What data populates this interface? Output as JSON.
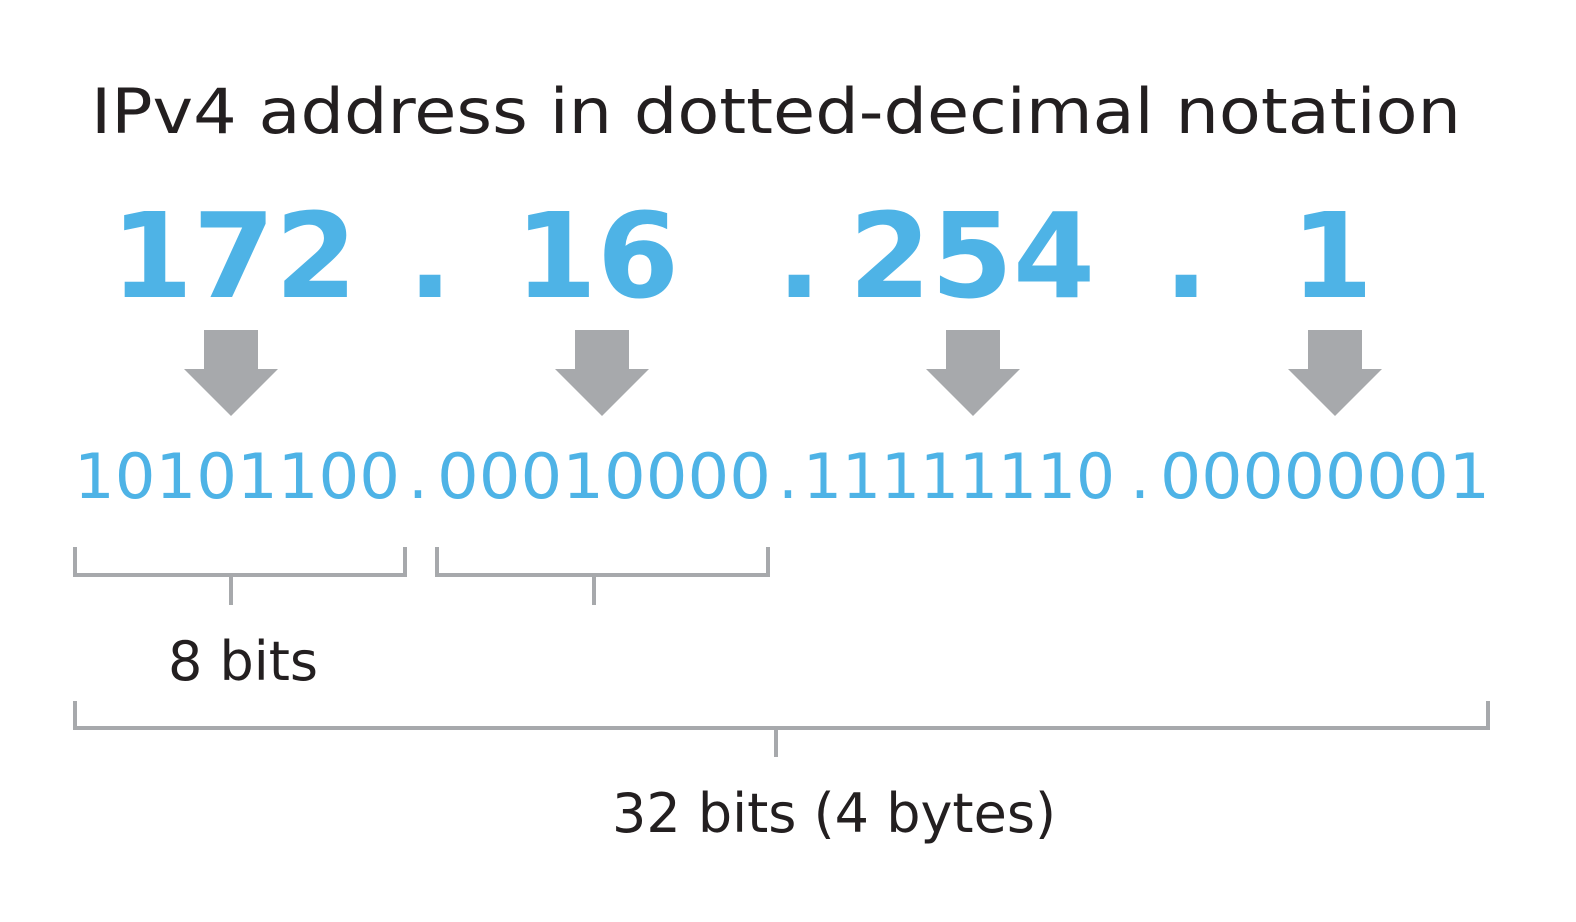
{
  "title": "IPv4 address in dotted-decimal notation",
  "octets_decimal": [
    "172",
    "16",
    "254",
    "1"
  ],
  "decimal_separator": ".",
  "octets_binary": [
    "10101100",
    "00010000",
    "11111110",
    "00000001"
  ],
  "binary_separator": ".",
  "byte_label": "8 bits",
  "total_label": "32 bits (4 bytes)",
  "colors": {
    "accent_blue": "#4eb3e6",
    "arrow_gray": "#a7a9ac",
    "text_dark": "#231f20"
  }
}
